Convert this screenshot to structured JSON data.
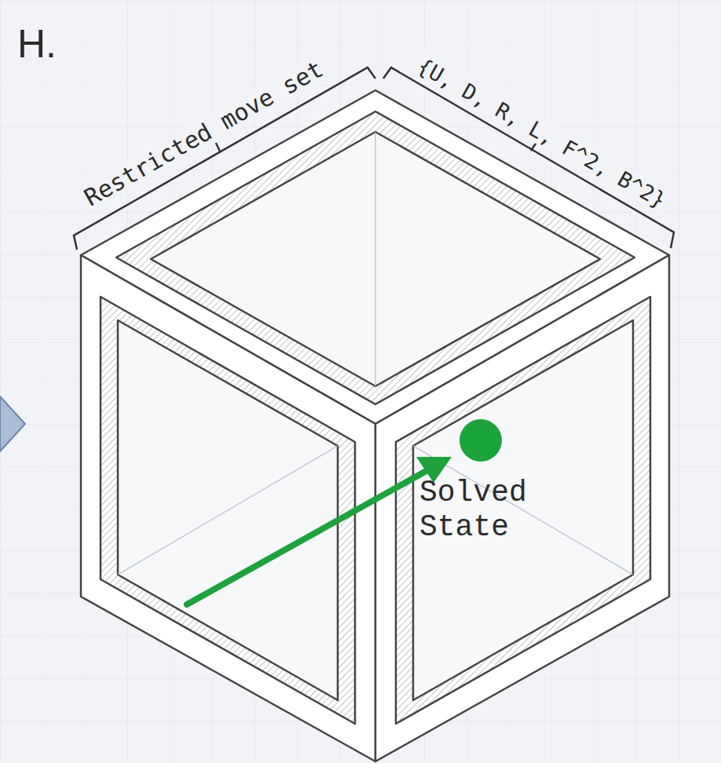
{
  "diagram": {
    "labels": [
      "H.",
      "Restricted move set",
      "{U, D, R, L, F^2, B^2}",
      "Solved State"
    ]
  }
}
